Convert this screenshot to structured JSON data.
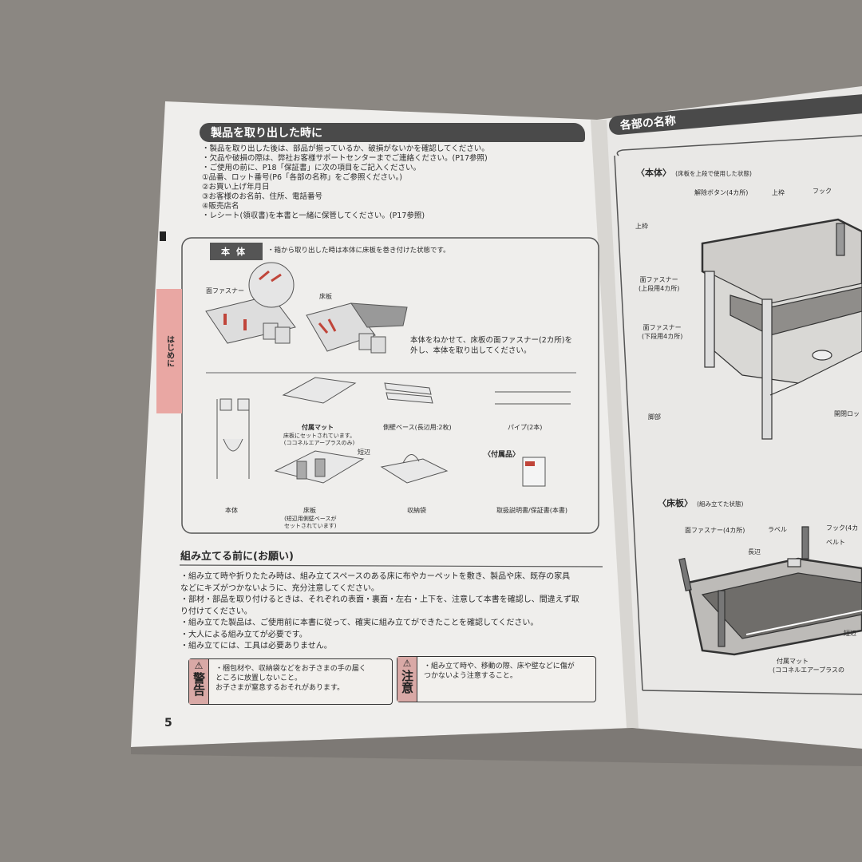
{
  "left_page": {
    "section_title": "製品を取り出した時に",
    "intro_lines": [
      "・製品を取り出した後は、部品が揃っているか、破損がないかを確認してください。",
      "・欠品や破損の際は、弊社お客様サポートセンターまでご連絡ください。(P17参照)",
      "・ご使用の前に、P18「保証書」に次の項目をご記入ください。",
      " ①品番、ロット番号(P6「各部の名称」をご参照ください。)",
      " ②お買い上げ年月日",
      " ③お客様のお名前、住所、電話番号",
      " ④販売店名",
      "・レシート(領収書)を本書と一緒に保管してください。(P17参照)"
    ],
    "side_tab": "はじめに",
    "box": {
      "tag": "本体",
      "tag_note": "・箱から取り出した時は本体に床板を巻き付けた状態です。",
      "fastener_label": "面ファスナー",
      "floor_label": "床板",
      "instruction_lines": [
        "本体をねかせて、床板の面ファスナー(2カ所)を",
        "外し、本体を取り出してください。"
      ],
      "parts": {
        "body": "本体",
        "mat": "付属マット",
        "mat_note_lines": [
          "床板にセットされています。",
          "(ココネルエアープラスのみ)"
        ],
        "side_base": "側壁ベース(長辺用:2枚)",
        "pipe": "パイプ(2本)",
        "short_side": "短辺",
        "floor": "床板",
        "floor_note_lines": [
          "(短辺用側壁ベースが",
          "セットされています)"
        ],
        "bag": "収納袋",
        "accessories_heading": "〈付属品〉",
        "manual": "取扱説明書/保証書(本書)"
      }
    },
    "section2_title": "組み立てる前に(お願い)",
    "section2_lines": [
      "・組み立て時や折りたたみ時は、組み立てスペースのある床に布やカーペットを敷き、製品や床、既存の家具",
      "  などにキズがつかないように、充分注意してください。",
      "・部材・部品を取り付けるときは、それぞれの表面・裏面・左右・上下を、注意して本書を確認し、間違えず取",
      "  り付けてください。",
      "・組み立てた製品は、ご使用前に本書に従って、確実に組み立てができたことを確認してください。",
      "・大人による組み立てが必要です。",
      "・組み立てには、工具は必要ありません。"
    ],
    "warning": {
      "label": "警告",
      "icon": "warning-triangle-icon",
      "lines": [
        "・梱包材や、収納袋などをお子さまの手の届く",
        "  ところに放置しないこと。",
        "  お子さまが窒息するおそれがあります。"
      ]
    },
    "caution": {
      "label": "注意",
      "icon": "warning-triangle-icon",
      "lines": [
        "・組み立て時や、移動の際、床や壁などに傷が",
        "  つかないよう注意すること。"
      ]
    },
    "page_number": "5"
  },
  "right_page": {
    "section_title": "各部の名称",
    "body_heading": "〈本体〉",
    "body_sub": "(床板を上段で使用した状態)",
    "body_labels": {
      "release_button": "解除ボタン(4カ所)",
      "top_frame_1": "上枠",
      "hook": "フック",
      "top_frame_2": "上枠",
      "fastener_upper": [
        "面ファスナー",
        "(上段用4カ所)"
      ],
      "fastener_lower": [
        "面ファスナー",
        "(下段用4カ所)"
      ],
      "legs": "脚部",
      "lock": "開閉ロッ"
    },
    "floor_heading": "〈床板〉",
    "floor_sub": "(組み立てた状態)",
    "floor_labels": {
      "fastener": "面ファスナー(4カ所)",
      "label": "ラベル",
      "hook": "フック(4カ",
      "belt": "ベルト",
      "long_side": "長辺",
      "short_side": "短辺",
      "mat": "付属マット",
      "mat_note": "(ココネルエアープラスの"
    }
  },
  "colors": {
    "background": "#8b8782",
    "paper": "#efeeec",
    "header": "#4a4a4a",
    "tab_pink": "#e9a7a3",
    "warn_pink": "#d9a9a6",
    "accent_red": "#c0453a"
  }
}
